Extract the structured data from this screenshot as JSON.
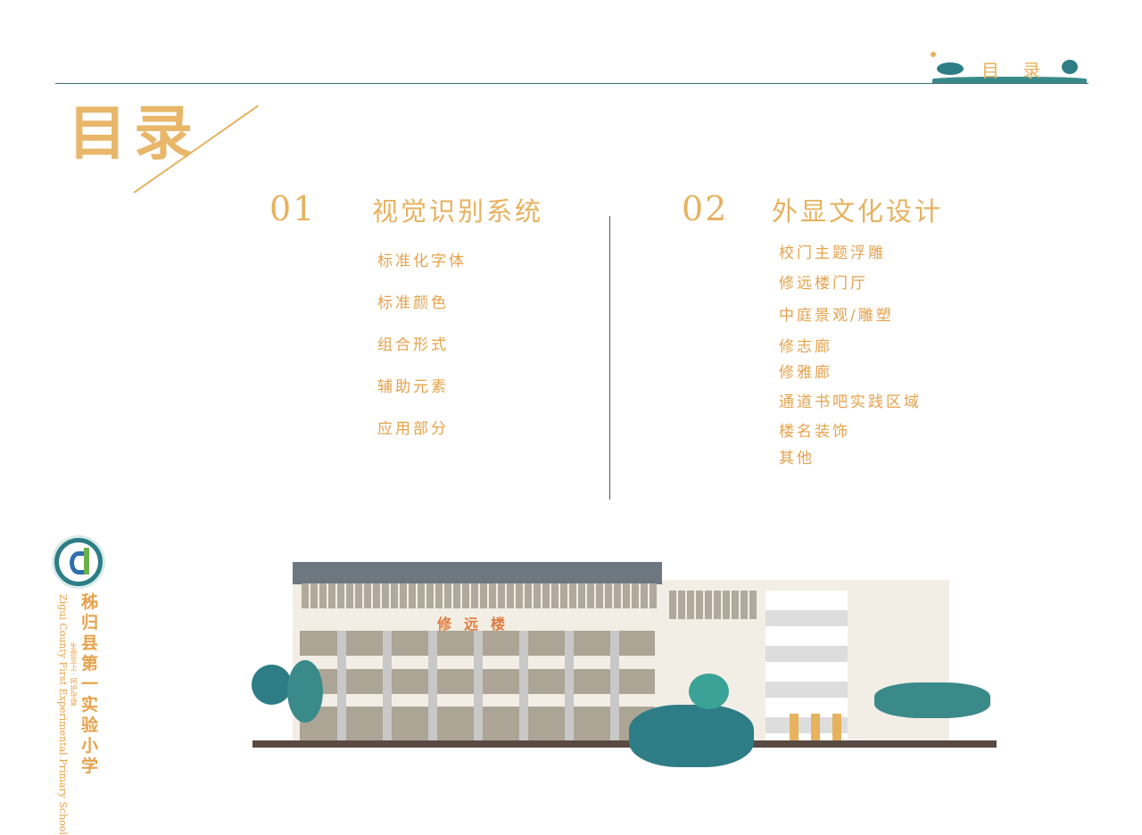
{
  "header": {
    "label": "目 录"
  },
  "page_title": "目录",
  "sections": [
    {
      "number": "01",
      "title": "视觉识别系统",
      "items": [
        "标准化字体",
        "标准颜色",
        "组合形式",
        "辅助元素",
        "应用部分"
      ]
    },
    {
      "number": "02",
      "title": "外显文化设计",
      "items": [
        "校门主题浮雕",
        "修远楼门厅",
        "中庭景观/雕塑",
        "修志廊",
        "修雅廊",
        "通道书吧实践区域",
        "楼名装饰",
        "其他"
      ]
    }
  ],
  "school": {
    "name_cn": "秭归县第一实验小学",
    "name_en": "Zigui County First Experimental Primary School",
    "motto": "生命至上 · 呵护守望"
  },
  "building": {
    "sign": "修远楼"
  },
  "colors": {
    "gold": "#e6b25e",
    "teal": "#2e7d86",
    "line": "#3c6e72"
  }
}
